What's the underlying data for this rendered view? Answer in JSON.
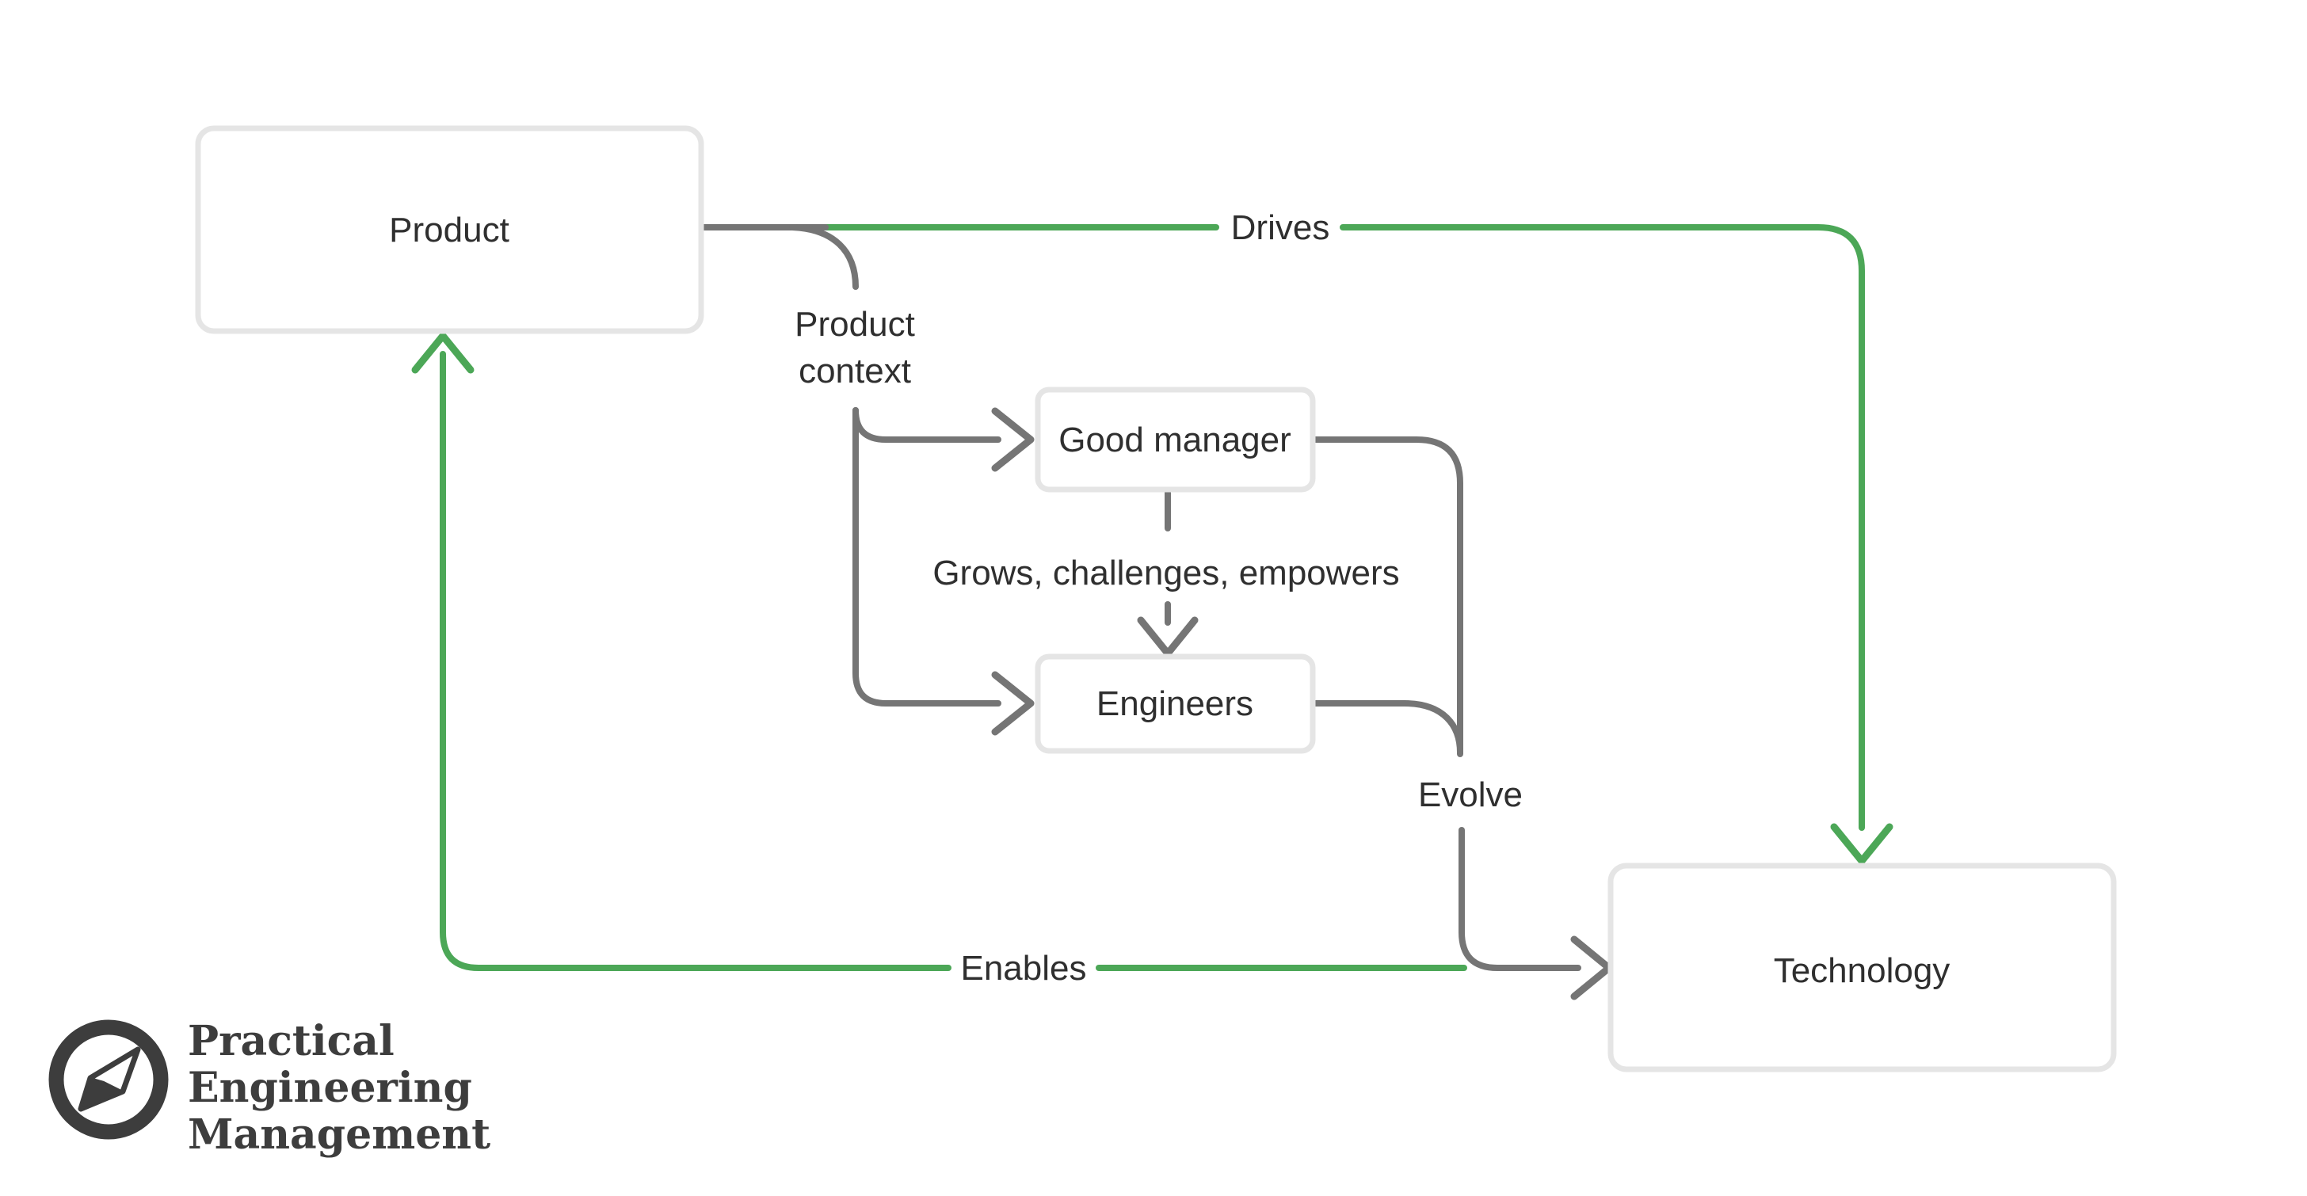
{
  "nodes": {
    "product": {
      "label": "Product"
    },
    "good_manager": {
      "label": "Good manager"
    },
    "engineers": {
      "label": "Engineers"
    },
    "technology": {
      "label": "Technology"
    }
  },
  "edges": {
    "drives": {
      "label": "Drives"
    },
    "enables": {
      "label": "Enables"
    },
    "evolve": {
      "label": "Evolve"
    },
    "product_context": {
      "line1": "Product",
      "line2": "context"
    },
    "grows": {
      "label": "Grows, challenges, empowers"
    }
  },
  "logo": {
    "icon": "compass-icon",
    "line1": "Practical",
    "line2": "Engineering",
    "line3": "Management"
  },
  "colors": {
    "green": "#4ca757",
    "gray": "#757575",
    "box_border": "#e5e5e5",
    "text": "#2f2f2f",
    "logo": "#3d3d3d"
  }
}
